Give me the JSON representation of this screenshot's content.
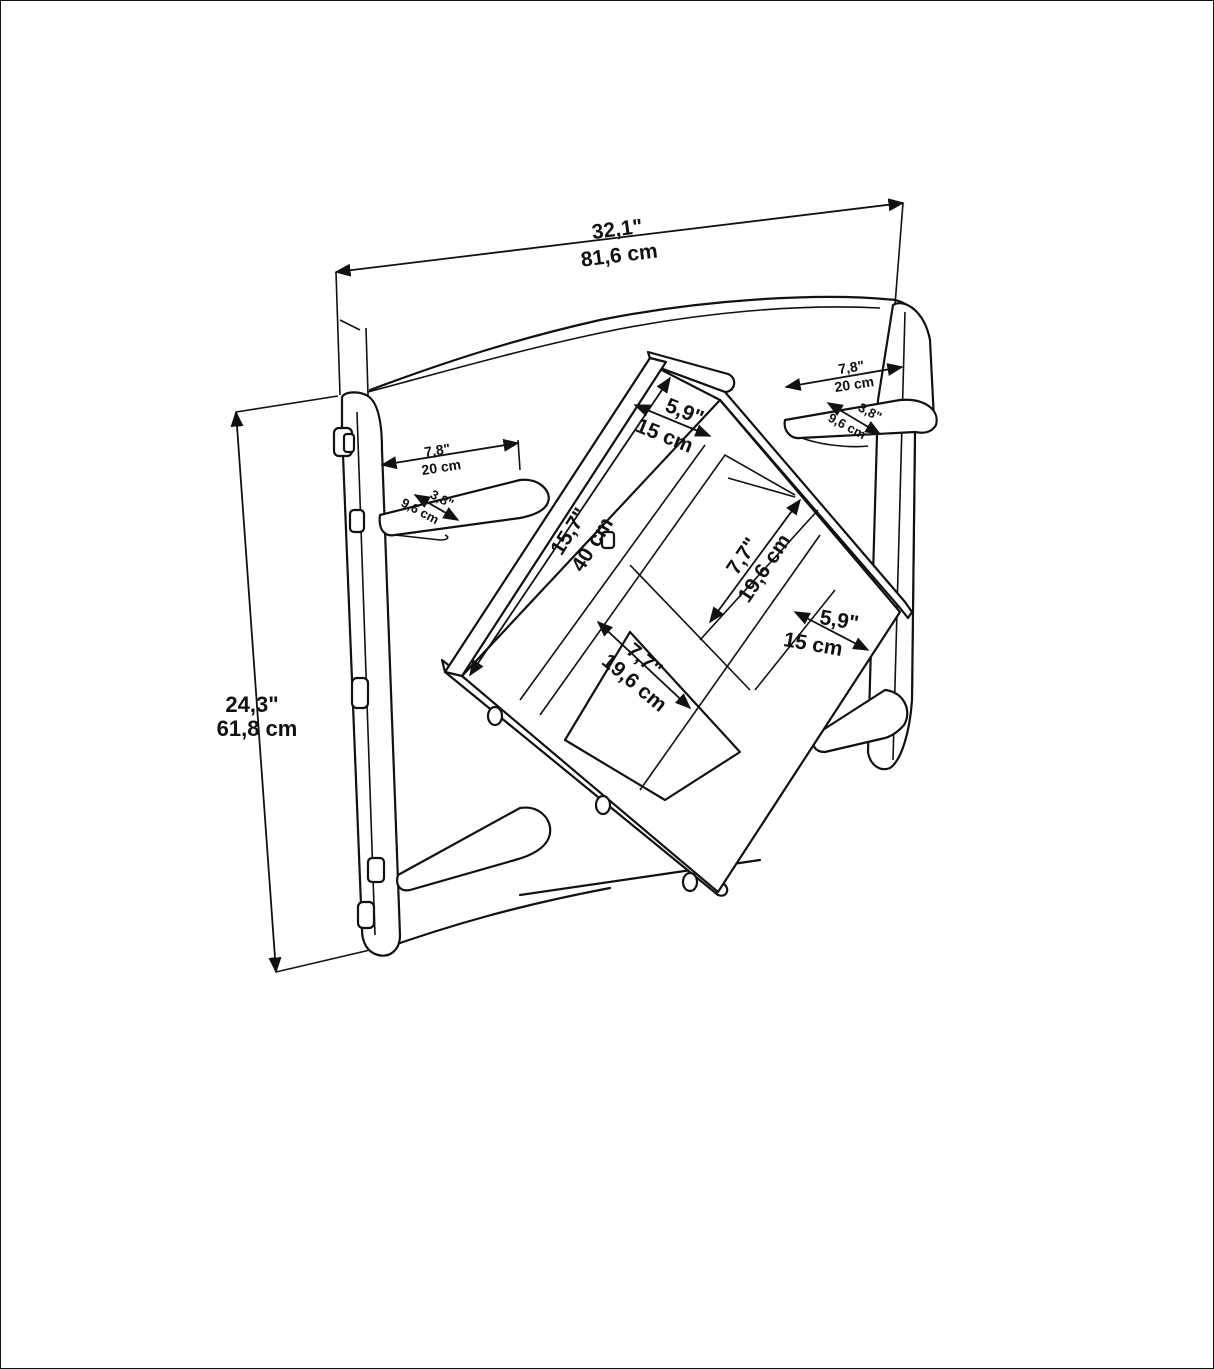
{
  "dimensions": {
    "overall_width": {
      "inch": "32,1\"",
      "cm": "81,6 cm"
    },
    "overall_height": {
      "inch": "24,3\"",
      "cm": "61,8 cm"
    },
    "side_shelf_left": {
      "length_inch": "7,8\"",
      "length_cm": "20 cm",
      "depth_inch": "3,8\"",
      "depth_cm": "9,6 cm"
    },
    "side_shelf_right": {
      "length_inch": "7,8\"",
      "length_cm": "20 cm",
      "depth_inch": "3,8\"",
      "depth_cm": "9,6 cm"
    },
    "cube_depth_top": {
      "inch": "5,9\"",
      "cm": "15 cm"
    },
    "cube_length": {
      "inch": "15,7\"",
      "cm": "40 cm"
    },
    "cube_inner_right": {
      "inch": "7,7\"",
      "cm": "19,6 cm"
    },
    "cube_inner_bottom": {
      "inch": "7,7\"",
      "cm": "19,6 cm"
    },
    "cube_depth_right": {
      "inch": "5,9\"",
      "cm": "15 cm"
    }
  }
}
